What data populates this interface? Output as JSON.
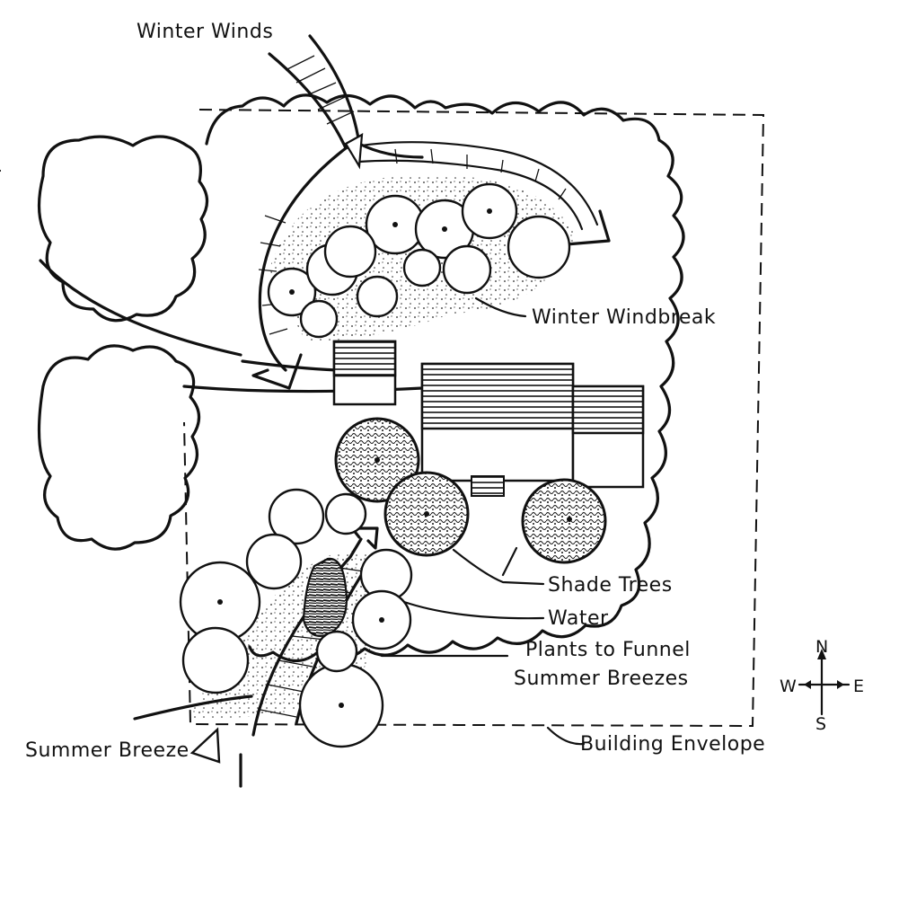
{
  "labels": {
    "winter_winds": "Winter Winds",
    "winter_windbreak": "Winter Windbreak",
    "shade_trees": "Shade Trees",
    "water": "Water",
    "plants_funnel_line1": "Plants to Funnel",
    "plants_funnel_line2": "Summer Breezes",
    "summer_breeze": "Summer Breeze",
    "building_envelope": "Building Envelope"
  },
  "compass": {
    "north": "N",
    "south": "S",
    "east": "E",
    "west": "W"
  },
  "colors": {
    "ink": "#111111",
    "paper": "#ffffff"
  }
}
